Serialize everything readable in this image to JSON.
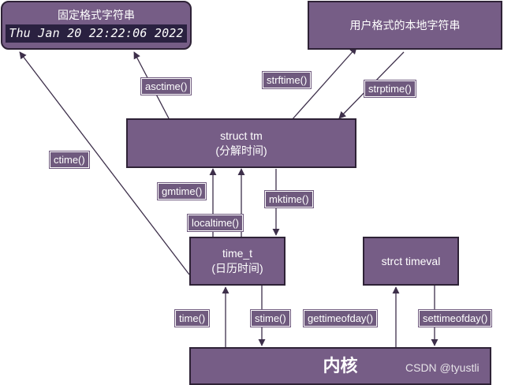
{
  "boxes": {
    "fixed_format": {
      "title": "固定格式字符串",
      "example": "Thu Jan 20 22:22:06 2022"
    },
    "user_format": {
      "title": "用户格式的本地字符串"
    },
    "struct_tm": {
      "line1": "struct tm",
      "line2": "(分解时间)"
    },
    "time_t": {
      "line1": "time_t",
      "line2": "(日历时间)"
    },
    "timeval": {
      "line1": "strct timeval"
    },
    "kernel": {
      "line1": "内核"
    }
  },
  "functions": {
    "asctime": "asctime()",
    "strftime": "strftime()",
    "strptime": "strptime()",
    "ctime": "ctime()",
    "gmtime": "gmtime()",
    "localtime": "localtime()",
    "mktime": "mktime()",
    "time": "time()",
    "stime": "stime()",
    "gettimeofday": "gettimeofday()",
    "settimeofday": "settimeofday()"
  },
  "watermark": "CSDN @tyustli",
  "colors": {
    "box_fill": "#765d86",
    "box_border": "#2e2236",
    "line": "#3d2f4a"
  }
}
